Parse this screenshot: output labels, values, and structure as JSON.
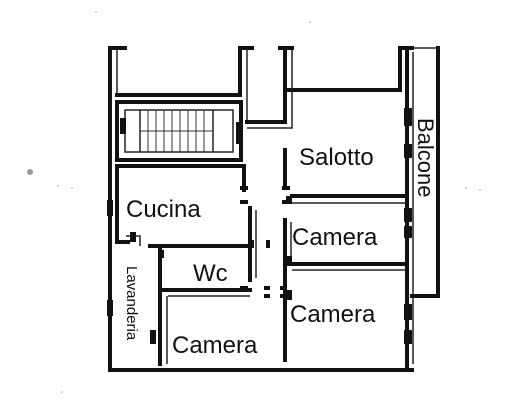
{
  "rooms": {
    "salotto": "Salotto",
    "balcone": "Balcone",
    "cucina": "Cucina",
    "camera_mid": "Camera",
    "wc": "Wc",
    "camera_right": "Camera",
    "lavanderia": "Lavanderia",
    "camera_bottom": "Camera"
  }
}
